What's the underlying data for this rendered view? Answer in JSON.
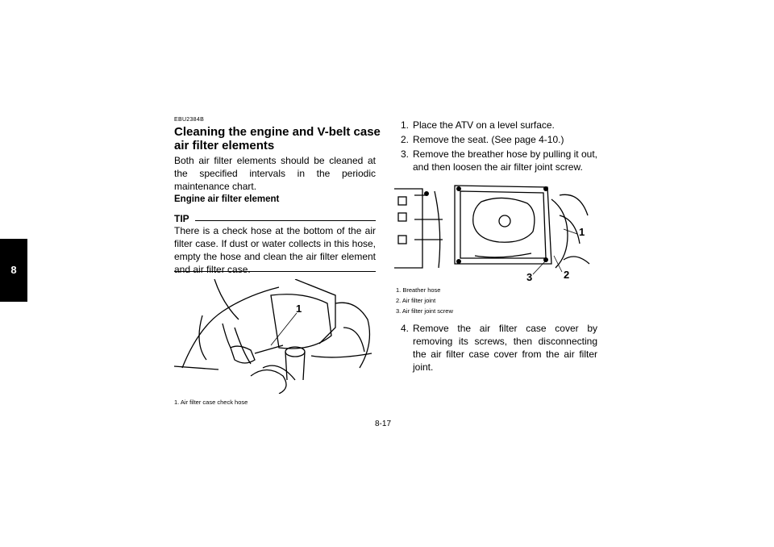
{
  "section_tab": "8",
  "doc_code": "EBU2384B",
  "title": "Cleaning the engine and V-belt case air filter elements",
  "intro": "Both air filter elements should be cleaned at the specified intervals in the periodic maintenance chart.",
  "subheading": "Engine air filter element",
  "tip": {
    "label": "TIP",
    "text": "There is a check hose at the bottom of the air filter case. If dust or water collects in this hose, empty the hose and clean the air filter element and air filter case."
  },
  "figure1": {
    "callout": "1",
    "captions": [
      "1. Air filter case check hose"
    ]
  },
  "steps_a": [
    {
      "num": "1.",
      "text": "Place the ATV on a level surface."
    },
    {
      "num": "2.",
      "text": "Remove the seat. (See page 4-10.)"
    },
    {
      "num": "3.",
      "text": "Remove the breather hose by pulling it out, and then loosen the air filter joint screw."
    }
  ],
  "figure2": {
    "callouts": [
      "1",
      "2",
      "3"
    ],
    "captions": [
      "1. Breather hose",
      "2. Air filter joint",
      "3. Air filter joint screw"
    ]
  },
  "steps_b": [
    {
      "num": "4.",
      "text": "Remove the air filter case cover by removing its screws, then disconnecting the air filter case cover from the air filter joint."
    }
  ],
  "page_number": "8-17"
}
